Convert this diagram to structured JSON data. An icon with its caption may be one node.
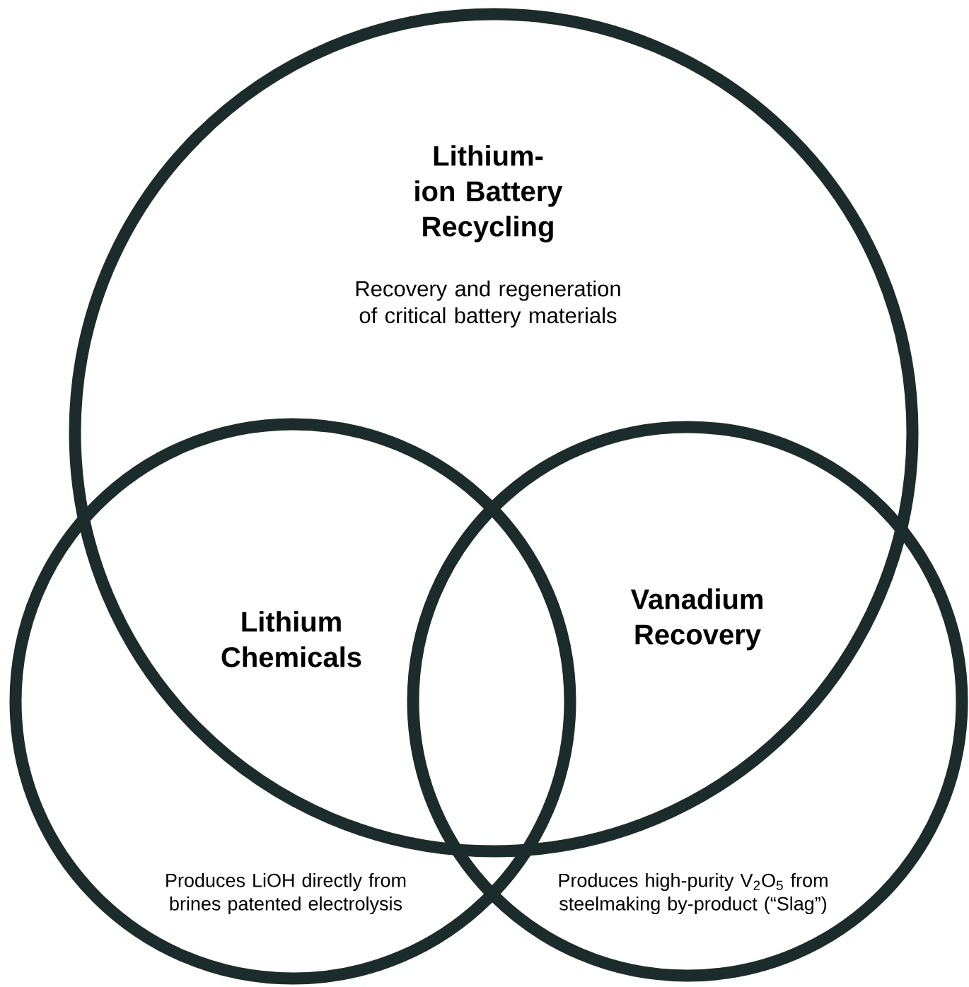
{
  "diagram": {
    "nodes": [
      {
        "text": [
          "Lithium-ion Battery Recycling",
          "Recovery and regeneration of critical battery materials"
        ]
      },
      {
        "text": [
          "Lithium Chemicals",
          "Produces LiOH directly from brines patented electrolysis"
        ]
      },
      {
        "text": [
          "Vanadium Recovery",
          "Produces high-purity V$_{2}$O$_{5}$ from steelmaking by-product (“Slag”)"
        ]
      }
    ]
  }
}
